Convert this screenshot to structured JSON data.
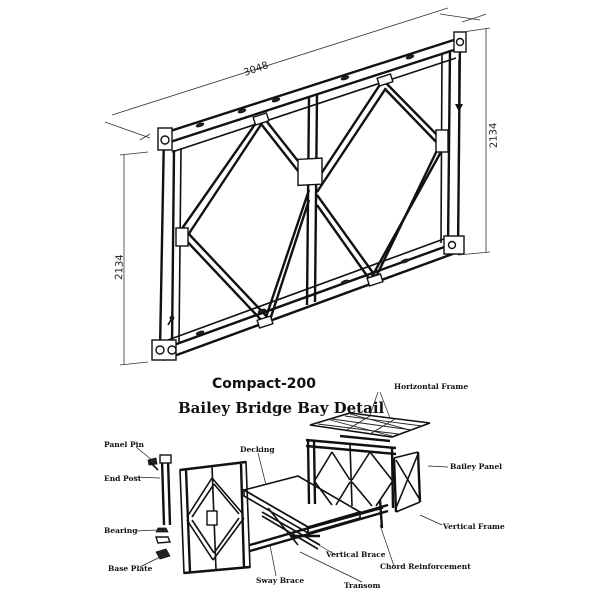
{
  "drawing": {
    "dimensions": {
      "length": "3048",
      "height_right": "2134",
      "height_left": "2134"
    },
    "title": "Compact-200",
    "subtitle": "Bailey Bridge Bay Detail"
  },
  "labels": {
    "horizontal_frame": "Horizontal Frame",
    "panel_pin": "Panel Pin",
    "decking": "Decking",
    "bailey_panel": "Bailey Panel",
    "end_post": "End Post",
    "bearing": "Bearing",
    "vertical_frame": "Vertical Frame",
    "vertical_brace": "Vertical Brace",
    "chord_reinforcement": "Chord Reinforcement",
    "base_plate": "Base Plate",
    "sway_brace": "Sway Brace",
    "transom": "Transom"
  }
}
